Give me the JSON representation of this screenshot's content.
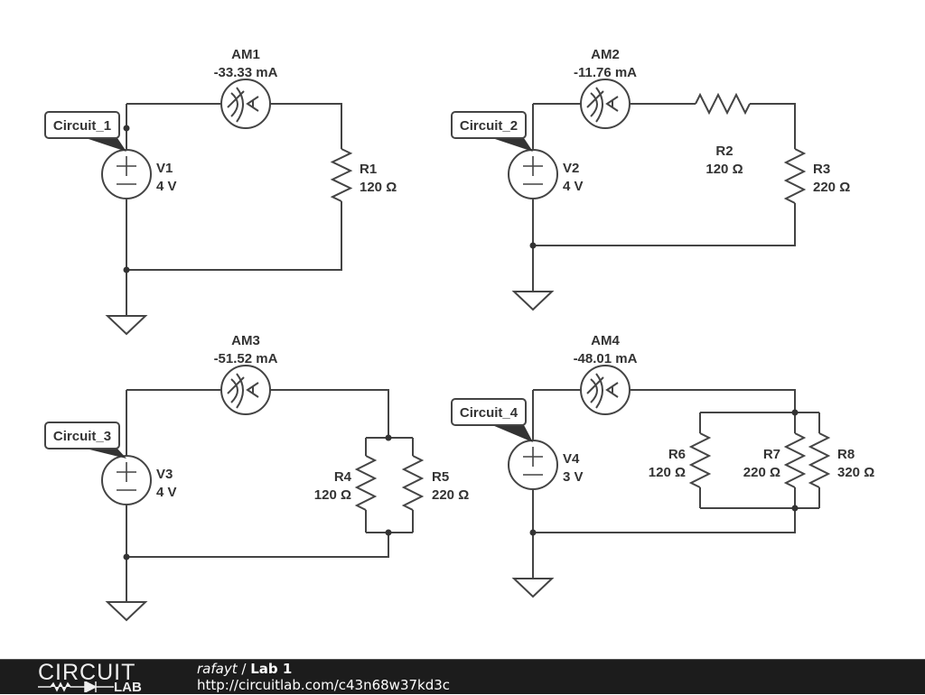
{
  "circuits": [
    {
      "tag": "Circuit_1",
      "ammeter": {
        "name": "AM1",
        "reading": "-33.33 mA"
      },
      "source": {
        "name": "V1",
        "value": "4 V"
      },
      "resistors": [
        {
          "name": "R1",
          "value": "120 Ω"
        }
      ]
    },
    {
      "tag": "Circuit_2",
      "ammeter": {
        "name": "AM2",
        "reading": "-11.76 mA"
      },
      "source": {
        "name": "V2",
        "value": "4 V"
      },
      "resistors": [
        {
          "name": "R2",
          "value": "120 Ω"
        },
        {
          "name": "R3",
          "value": "220 Ω"
        }
      ]
    },
    {
      "tag": "Circuit_3",
      "ammeter": {
        "name": "AM3",
        "reading": "-51.52 mA"
      },
      "source": {
        "name": "V3",
        "value": "4 V"
      },
      "resistors": [
        {
          "name": "R4",
          "value": "120 Ω"
        },
        {
          "name": "R5",
          "value": "220 Ω"
        }
      ]
    },
    {
      "tag": "Circuit_4",
      "ammeter": {
        "name": "AM4",
        "reading": "-48.01 mA"
      },
      "source": {
        "name": "V4",
        "value": "3 V"
      },
      "resistors": [
        {
          "name": "R6",
          "value": "120 Ω"
        },
        {
          "name": "R7",
          "value": "220 Ω"
        },
        {
          "name": "R8",
          "value": "320 Ω"
        }
      ]
    }
  ],
  "footer": {
    "logo_top": "CIRCUIT",
    "logo_bottom": "LAB",
    "author": "rafayt",
    "separator": " / ",
    "project": "Lab 1",
    "url": "http://circuitlab.com/c43n68w37kd3c"
  },
  "colors": {
    "wire": "#444444",
    "footer_bg": "#1c1c1c"
  }
}
